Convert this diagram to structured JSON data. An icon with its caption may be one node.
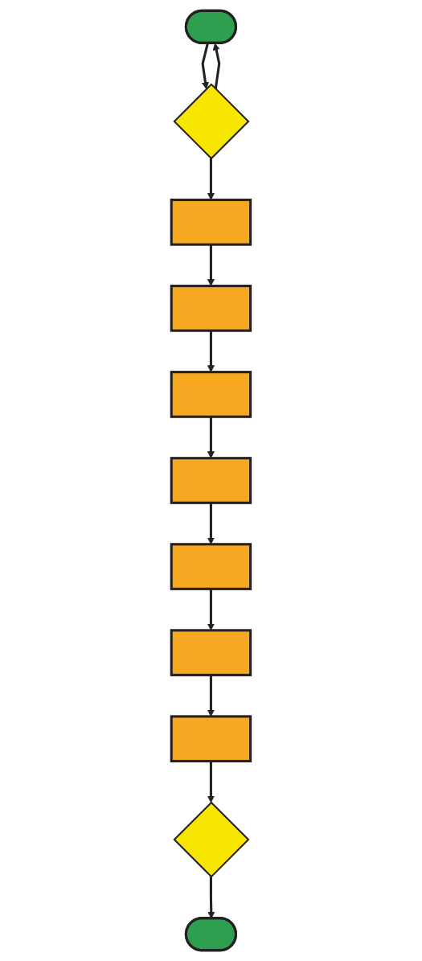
{
  "diagram": {
    "nodes": [
      {
        "text": [],
        "shape": "stadium"
      },
      {
        "text": [],
        "shape": "diamond"
      },
      {
        "text": [],
        "shape": "box"
      },
      {
        "text": [],
        "shape": "box"
      },
      {
        "text": [],
        "shape": "box"
      },
      {
        "text": [],
        "shape": "box"
      },
      {
        "text": [],
        "shape": "box"
      },
      {
        "text": [],
        "shape": "box"
      },
      {
        "text": [],
        "shape": "box"
      },
      {
        "text": [],
        "shape": "diamond"
      },
      {
        "text": [],
        "shape": "stadium"
      }
    ],
    "edges": [
      {
        "from": 0,
        "to": 1,
        "arrow": "to"
      },
      {
        "from": 1,
        "to": 0,
        "arrow": "to"
      },
      {
        "from": 1,
        "to": 2,
        "arrow": "to"
      },
      {
        "from": 2,
        "to": 3,
        "arrow": "to"
      },
      {
        "from": 3,
        "to": 4,
        "arrow": "to"
      },
      {
        "from": 4,
        "to": 5,
        "arrow": "to"
      },
      {
        "from": 5,
        "to": 6,
        "arrow": "to"
      },
      {
        "from": 6,
        "to": 7,
        "arrow": "to"
      },
      {
        "from": 7,
        "to": 8,
        "arrow": "to"
      },
      {
        "from": 8,
        "to": 9,
        "arrow": "to"
      },
      {
        "from": 9,
        "to": 10,
        "arrow": "to"
      }
    ]
  }
}
